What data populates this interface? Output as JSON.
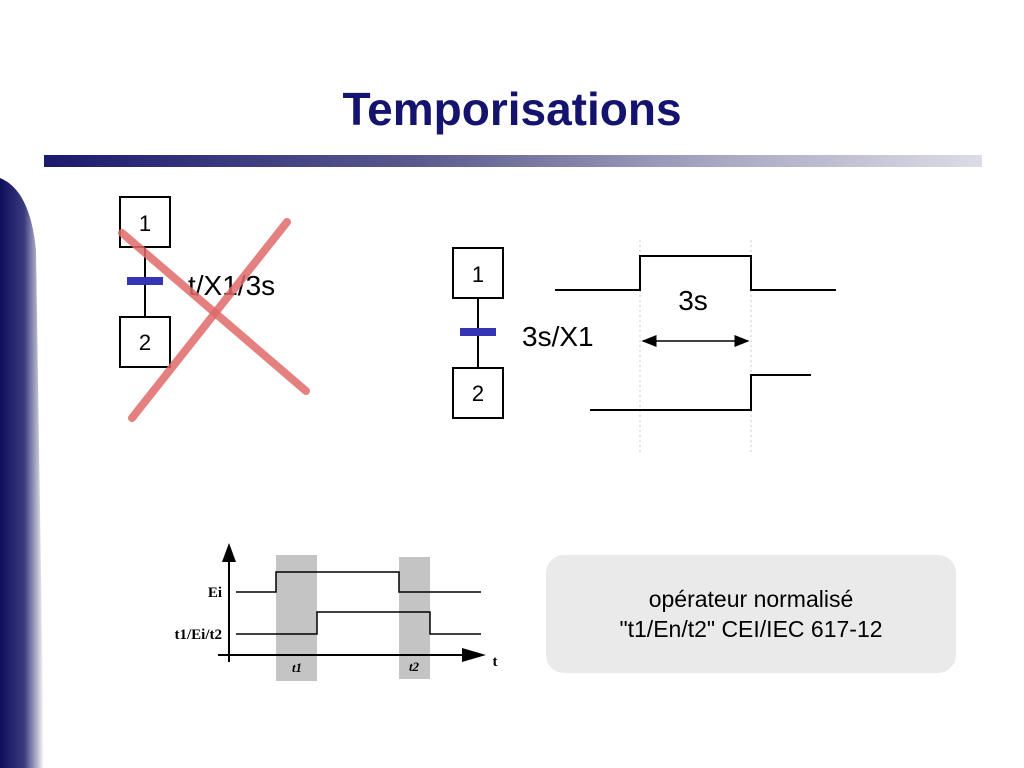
{
  "slide": {
    "title": "Temporisations"
  },
  "left_grafcet": {
    "step_top": "1",
    "step_bottom": "2",
    "receptivity": "t/X1/3s",
    "status": "crossed-out",
    "cross_color": "#e06a6a"
  },
  "right_grafcet": {
    "step_top": "1",
    "step_bottom": "2",
    "receptivity": "3s/X1",
    "duration_label": "3s"
  },
  "timing_chart": {
    "signal_top": "Ei",
    "signal_bottom": "t1/Ei/t2",
    "axis_label": "t",
    "delay_1": "t1",
    "delay_2": "t2"
  },
  "note": {
    "line1": "opérateur normalisé",
    "line2": "\"t1/En/t2\" CEI/IEC 617-12"
  },
  "colors": {
    "title": "#14146e",
    "transition_bar": "#3434b4",
    "band": "#1a1a6e"
  }
}
